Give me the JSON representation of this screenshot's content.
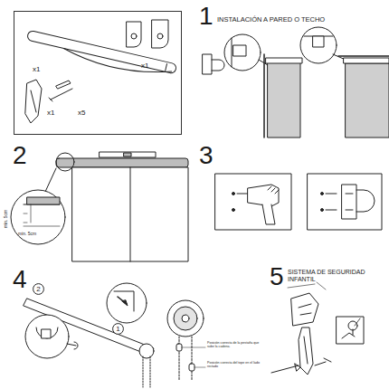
{
  "diagram": {
    "nodes": [
      {
        "text": [
          "x1",
          "x1",
          "x1",
          "x5"
        ]
      },
      {
        "text": [
          "2"
        ]
      },
      {
        "text": [
          "1"
        ]
      }
    ],
    "labels": [
      "1",
      "INSTALACIÓN A PARED O TECHO",
      "2",
      "min. 5cm",
      "min. 5cm",
      "3",
      "4",
      "Posición correcta de la pestaña que sube la cadena.",
      "Posición correcta del tope en el lado rectado",
      "5",
      "SISTEMA DE SEGURIDAD INFANTIL"
    ]
  }
}
